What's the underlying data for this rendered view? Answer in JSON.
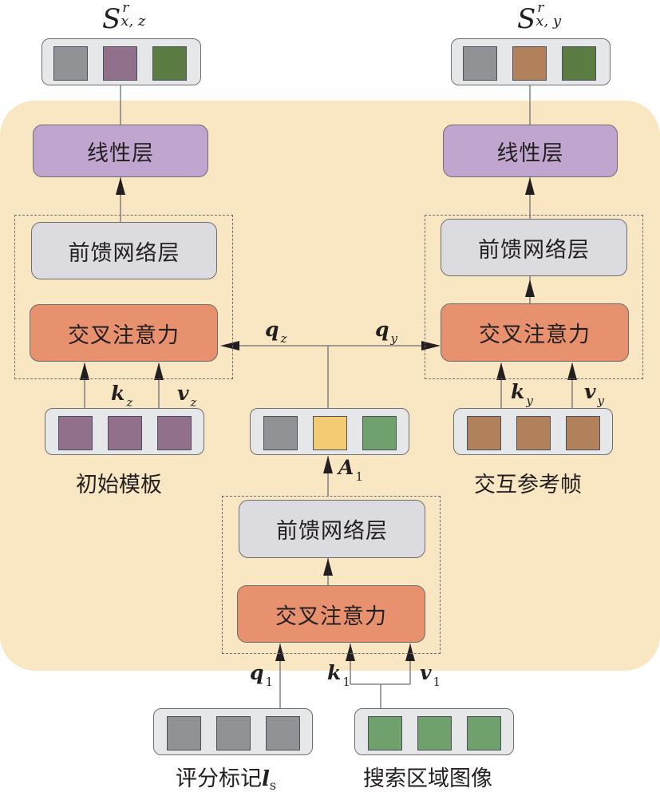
{
  "colors": {
    "panel_bg": "#f9e6c3",
    "linear_layer": "#c0a6cf",
    "ffn_layer": "#dcdbe0",
    "cross_attention": "#e8916f",
    "token_container": "#e6e7e9",
    "gray": "#919296",
    "purple": "#91708c",
    "dark_green": "#5b7d43",
    "brown": "#b0815b",
    "yellow": "#f3cb72",
    "green": "#70a06c"
  },
  "outputs": {
    "left": {
      "symbol": "S",
      "sup": "r",
      "sub": "x, z",
      "tokens": [
        "gray",
        "purple",
        "dark_green"
      ]
    },
    "right": {
      "symbol": "S",
      "sup": "r",
      "sub": "x, y",
      "tokens": [
        "gray",
        "brown",
        "dark_green"
      ]
    }
  },
  "left_branch": {
    "linear": "线性层",
    "ffn": "前馈网络层",
    "attention": "交叉注意力",
    "k": {
      "base": "k",
      "sub": "z"
    },
    "v": {
      "base": "v",
      "sub": "z"
    },
    "q": {
      "base": "q",
      "sub": "z"
    },
    "input_label": "初始模板",
    "tokens": [
      "purple",
      "purple",
      "purple"
    ]
  },
  "right_branch": {
    "linear": "线性层",
    "ffn": "前馈网络层",
    "attention": "交叉注意力",
    "k": {
      "base": "k",
      "sub": "y"
    },
    "v": {
      "base": "v",
      "sub": "y"
    },
    "q": {
      "base": "q",
      "sub": "y"
    },
    "input_label": "交互参考帧",
    "tokens": [
      "brown",
      "brown",
      "brown"
    ]
  },
  "center_branch": {
    "ffn": "前馈网络层",
    "attention": "交叉注意力",
    "a": {
      "base": "A",
      "sub": "1"
    },
    "q": {
      "base": "q",
      "sub": "1"
    },
    "k": {
      "base": "k",
      "sub": "1"
    },
    "v": {
      "base": "v",
      "sub": "1"
    },
    "tokens": [
      "gray",
      "yellow",
      "green"
    ]
  },
  "inputs": {
    "score_tokens": {
      "label": "评分标记",
      "var": "l",
      "var_sub": "s",
      "tokens": [
        "gray",
        "gray",
        "gray"
      ]
    },
    "search_region": {
      "label": "搜索区域图像",
      "tokens": [
        "green",
        "green",
        "green"
      ]
    }
  }
}
